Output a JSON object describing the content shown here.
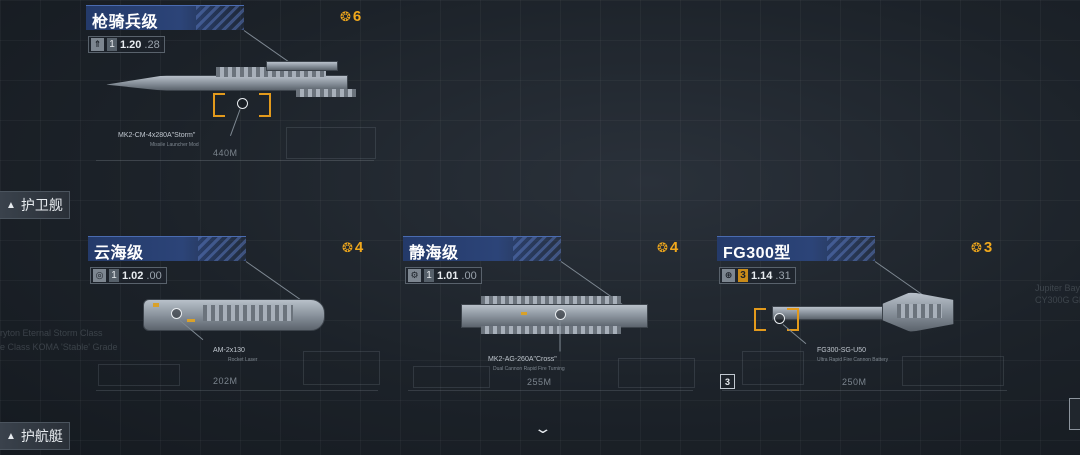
{
  "sections": {
    "escort": "护卫舰",
    "corvette": "护航艇"
  },
  "ships": [
    {
      "name": "枪骑兵级",
      "count": "6",
      "tier": "1",
      "version_main": "1.20",
      "version_sub": ".28",
      "type_icon": "missile-icon",
      "weapon": "MK2-CM-4x280A\"Storm\"",
      "weapon_sub": "Missile Launcher Mod",
      "scale": "440M"
    },
    {
      "name": "云海级",
      "count": "4",
      "tier": "1",
      "version_main": "1.02",
      "version_sub": ".00",
      "type_icon": "radar-icon",
      "weapon": "AM-2x130",
      "weapon_sub": "Rocket Laser",
      "scale": "202M"
    },
    {
      "name": "静海级",
      "count": "4",
      "tier": "1",
      "version_main": "1.01",
      "version_sub": ".00",
      "type_icon": "gear-icon",
      "weapon": "MK2-AG-260A\"Cross\"",
      "weapon_sub": "Dual Cannon Rapid Fire Turning",
      "scale": "255M"
    },
    {
      "name": "FG300型",
      "count": "3",
      "tier": "3",
      "version_main": "1.14",
      "version_sub": ".31",
      "type_icon": "globe-icon",
      "weapon": "FG300-SG-U50",
      "weapon_sub": "Ultra Rapid Fire Cannon Battery",
      "scale": "250M",
      "rank": "3"
    }
  ],
  "colors": {
    "accent_orange": "#f0a81c",
    "title_blue": "#2c4478"
  },
  "icons": {
    "scroll": "chevron-down-icon",
    "count": "crest-icon"
  }
}
